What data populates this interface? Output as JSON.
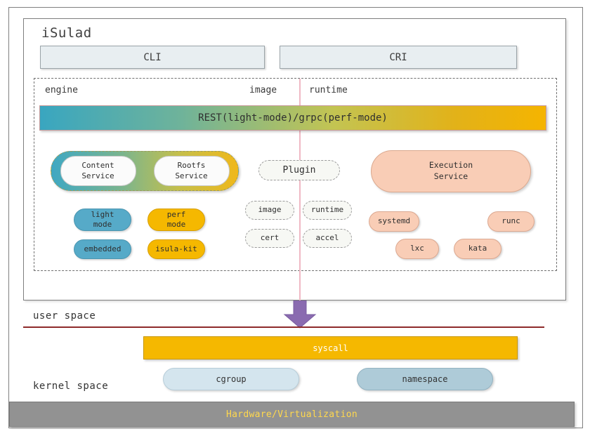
{
  "diagram": {
    "title": "iSulad",
    "hardware_bar": {
      "label": "Hardware/Virtualization",
      "color": "#929292",
      "text_color": "#ffd84d"
    },
    "space_labels": {
      "user": "user space",
      "kernel": "kernel space"
    }
  },
  "top_interfaces": [
    {
      "name": "cli",
      "label": "CLI"
    },
    {
      "name": "cri",
      "label": "CRI"
    }
  ],
  "column_labels": {
    "engine": "engine",
    "image": "image",
    "runtime": "runtime"
  },
  "rest_bar": {
    "label": "REST(light-mode)/grpc(perf-mode)",
    "gradient_from": "#39a6c0",
    "gradient_to": "#f5b400"
  },
  "engine_column": {
    "service_group": [
      {
        "name": "content-service",
        "line1": "Content",
        "line2": "Service"
      },
      {
        "name": "rootfs-service",
        "line1": "Rootfs",
        "line2": "Service"
      }
    ],
    "modes": [
      {
        "name": "light-mode",
        "line1": "light",
        "line2": "mode",
        "color": "#56aac8"
      },
      {
        "name": "perf-mode",
        "line1": "perf",
        "line2": "mode",
        "color": "#f5b800"
      },
      {
        "name": "embedded",
        "line1": "embedded",
        "line2": "",
        "color": "#56aac8"
      },
      {
        "name": "isula-kit",
        "line1": "isula-kit",
        "line2": "",
        "color": "#f5b800"
      }
    ]
  },
  "image_column": {
    "plugin": {
      "label": "Plugin"
    },
    "items": [
      {
        "name": "image",
        "label": "image"
      },
      {
        "name": "runtime",
        "label": "runtime"
      },
      {
        "name": "cert",
        "label": "cert"
      },
      {
        "name": "accel",
        "label": "accel"
      }
    ]
  },
  "runtime_column": {
    "execution_service": {
      "line1": "Execution",
      "line2": "Service",
      "color": "#f9cdb6"
    },
    "runtimes": [
      {
        "name": "systemd",
        "label": "systemd"
      },
      {
        "name": "runc",
        "label": "runc"
      },
      {
        "name": "lxc",
        "label": "lxc"
      },
      {
        "name": "kata",
        "label": "kata"
      }
    ]
  },
  "kernel_section": {
    "syscall": {
      "label": "syscall",
      "color": "#f5b800",
      "text_color": "#ffffff"
    },
    "subsystems": [
      {
        "name": "cgroup",
        "label": "cgroup",
        "color": "#d4e5ee"
      },
      {
        "name": "namespace",
        "label": "namespace",
        "color": "#aecbd8"
      }
    ]
  },
  "decorations": {
    "arrow": {
      "name": "down-arrow",
      "color": "#8a6bb0"
    },
    "divider": {
      "name": "pink-vertical-divider",
      "color": "#f0b9c4"
    },
    "boundary": {
      "name": "user-kernel-boundary",
      "color": "#8e2b2b"
    }
  }
}
